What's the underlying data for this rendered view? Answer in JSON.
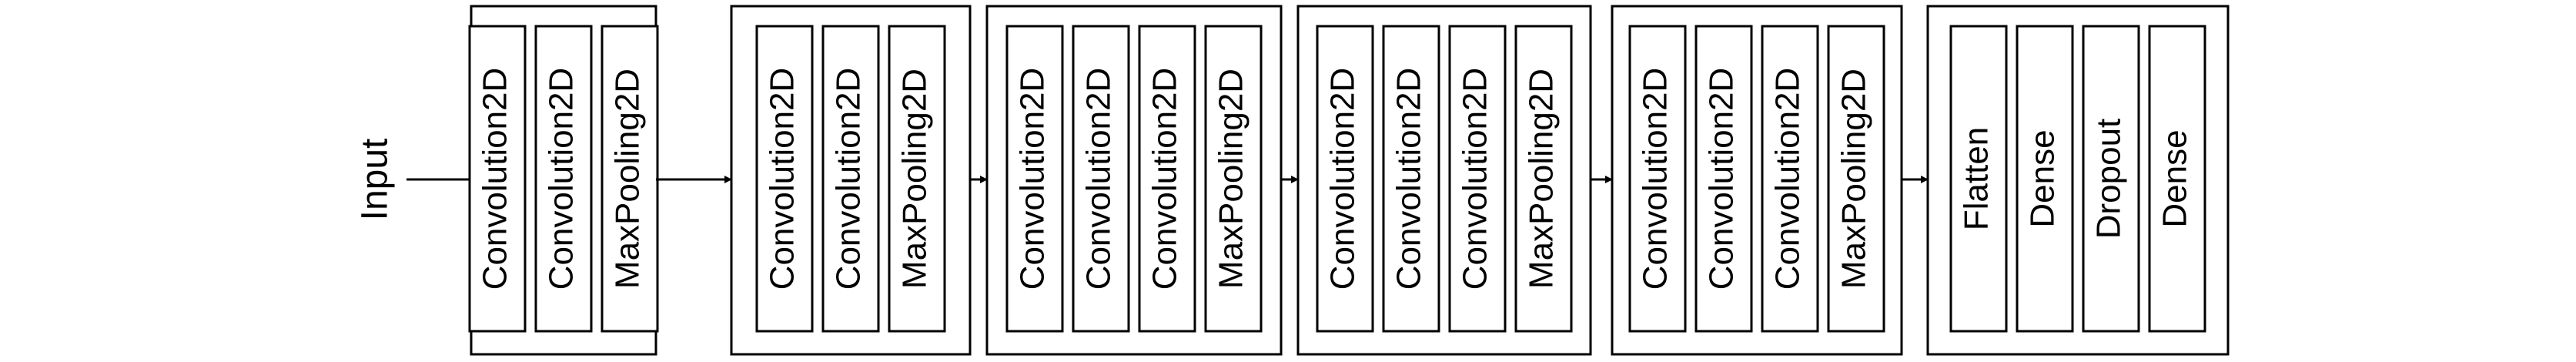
{
  "input": {
    "label": "Input"
  },
  "blocks": [
    {
      "layers": [
        "Convolution2D",
        "Convolution2D",
        "MaxPooling2D"
      ]
    },
    {
      "layers": [
        "Convolution2D",
        "Convolution2D",
        "MaxPooling2D"
      ]
    },
    {
      "layers": [
        "Convolution2D",
        "Convolution2D",
        "Convolution2D",
        "MaxPooling2D"
      ]
    },
    {
      "layers": [
        "Convolution2D",
        "Convolution2D",
        "Convolution2D",
        "MaxPooling2D"
      ]
    },
    {
      "layers": [
        "Convolution2D",
        "Convolution2D",
        "Convolution2D",
        "MaxPooling2D"
      ]
    },
    {
      "layers": [
        "Flatten",
        "Dense",
        "Dropout",
        "Dense"
      ]
    }
  ]
}
